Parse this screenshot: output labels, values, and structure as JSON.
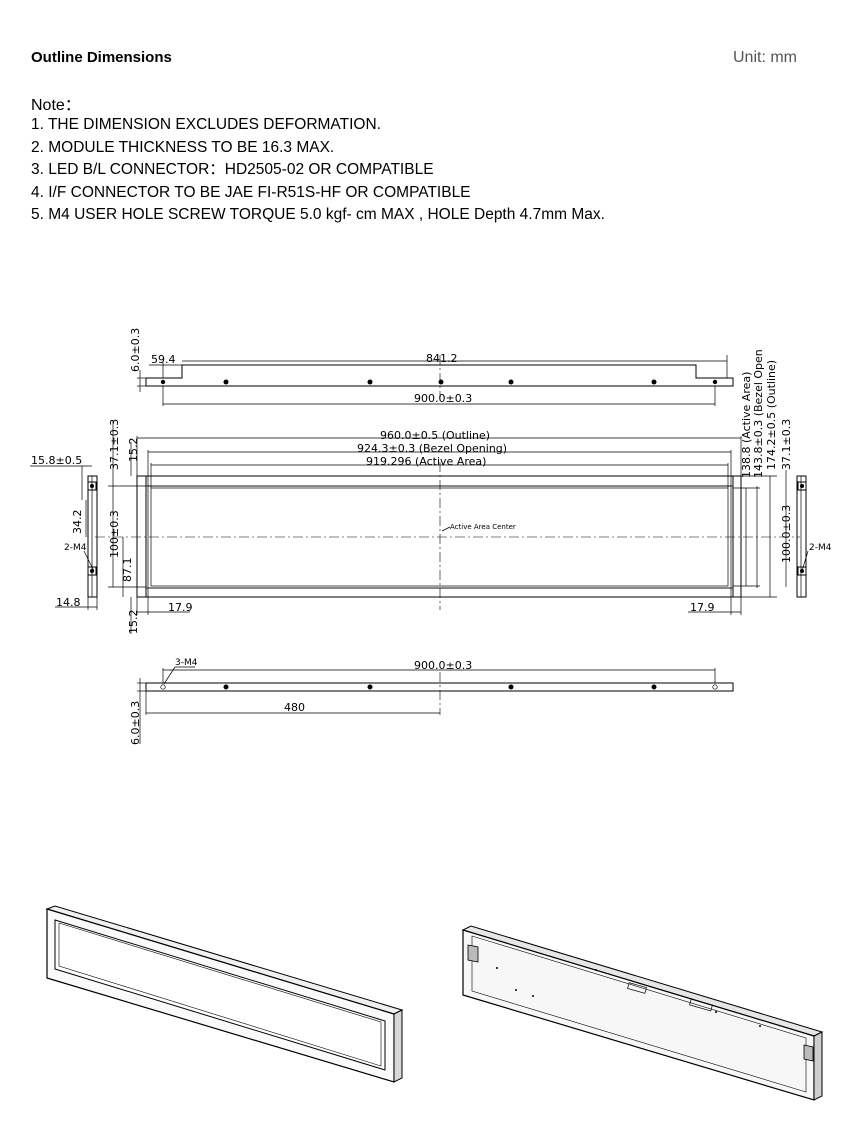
{
  "header": {
    "title": "Outline Dimensions",
    "unit": "Unit: mm"
  },
  "notes": {
    "heading": "Note：",
    "items": [
      "1. THE DIMENSION EXCLUDES DEFORMATION.",
      "2. MODULE THICKNESS TO BE 16.3 MAX.",
      "3. LED B/L CONNECTOR：HD2505-02 OR COMPATIBLE",
      "4. I/F CONNECTOR TO BE JAE FI-R51S-HF OR COMPATIBLE",
      "5. M4 USER HOLE SCREW TORQUE 5.0 kgf- cm MAX , HOLE Depth 4.7mm Max."
    ]
  },
  "drawing": {
    "top_view": {
      "thickness": "6.0±0.3",
      "left_offset": "59.4",
      "span": "841.2",
      "hole_pitch": "900.0±0.3"
    },
    "front_view": {
      "outline_width": "960.0±0.5 (Outline)",
      "bezel_width": "924.3±0.3 (Bezel Opening)",
      "active_width": "919.296 (Active Area)",
      "active_height": "138.8 (Active Area)",
      "bezel_height": "143.8±0.3 (Bezel Open",
      "outline_height": "174.2±0.5 (Outline)",
      "right_hole_offset": "37.1±0.3",
      "left_hole_offset": "37.1±0.3",
      "top_border": "15.2",
      "bottom_border": "15.2",
      "left_border": "17.9",
      "right_border": "17.9",
      "center_label": "Active Area Center",
      "left_hole_pitch": "100±0.3",
      "right_hole_pitch": "100.0±0.3",
      "inner_height": "87.1"
    },
    "side_left": {
      "top_offset": "15.8±0.5",
      "hole_spacing": "34.2",
      "holes": "2-M4",
      "depth": "14.8"
    },
    "side_right": {
      "holes": "2-M4"
    },
    "bottom_view": {
      "holes": "3-M4",
      "hole_pitch": "900.0±0.3",
      "center_offset": "480",
      "thickness": "6.0±0.3"
    }
  }
}
